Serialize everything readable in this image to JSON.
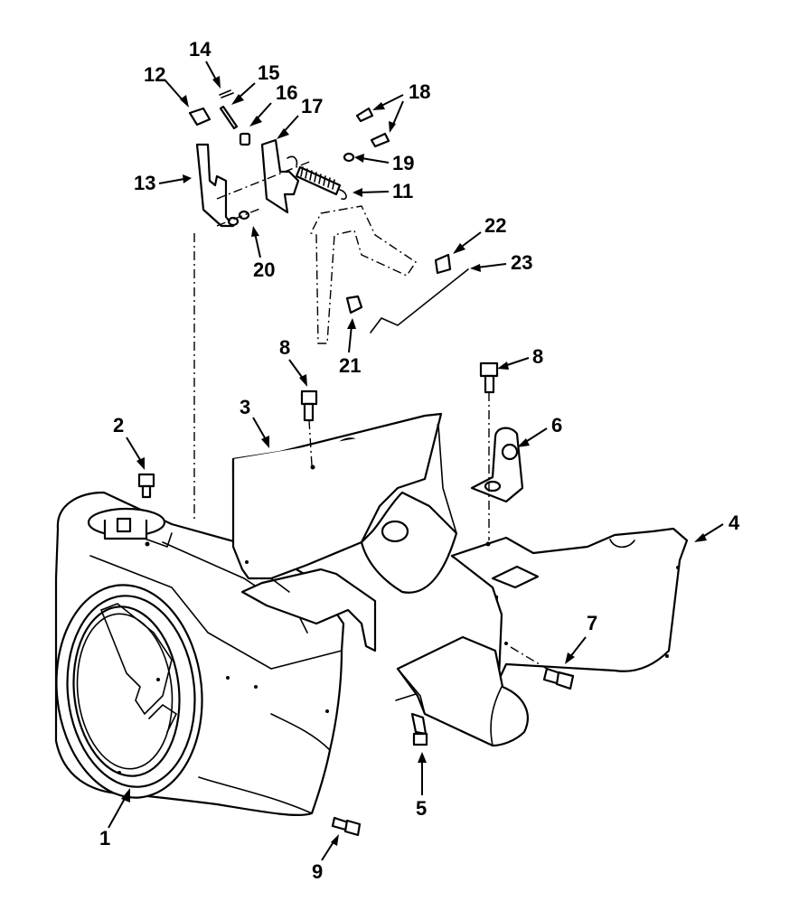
{
  "callouts": [
    {
      "label": "1"
    },
    {
      "label": "2"
    },
    {
      "label": "3"
    },
    {
      "label": "4"
    },
    {
      "label": "5"
    },
    {
      "label": "6"
    },
    {
      "label": "7"
    },
    {
      "label": "8"
    },
    {
      "label": "8"
    },
    {
      "label": "9"
    },
    {
      "label": "11"
    },
    {
      "label": "12"
    },
    {
      "label": "13"
    },
    {
      "label": "14"
    },
    {
      "label": "15"
    },
    {
      "label": "16"
    },
    {
      "label": "17"
    },
    {
      "label": "18"
    },
    {
      "label": "19"
    },
    {
      "label": "20"
    },
    {
      "label": "21"
    },
    {
      "label": "22"
    },
    {
      "label": "23"
    }
  ]
}
